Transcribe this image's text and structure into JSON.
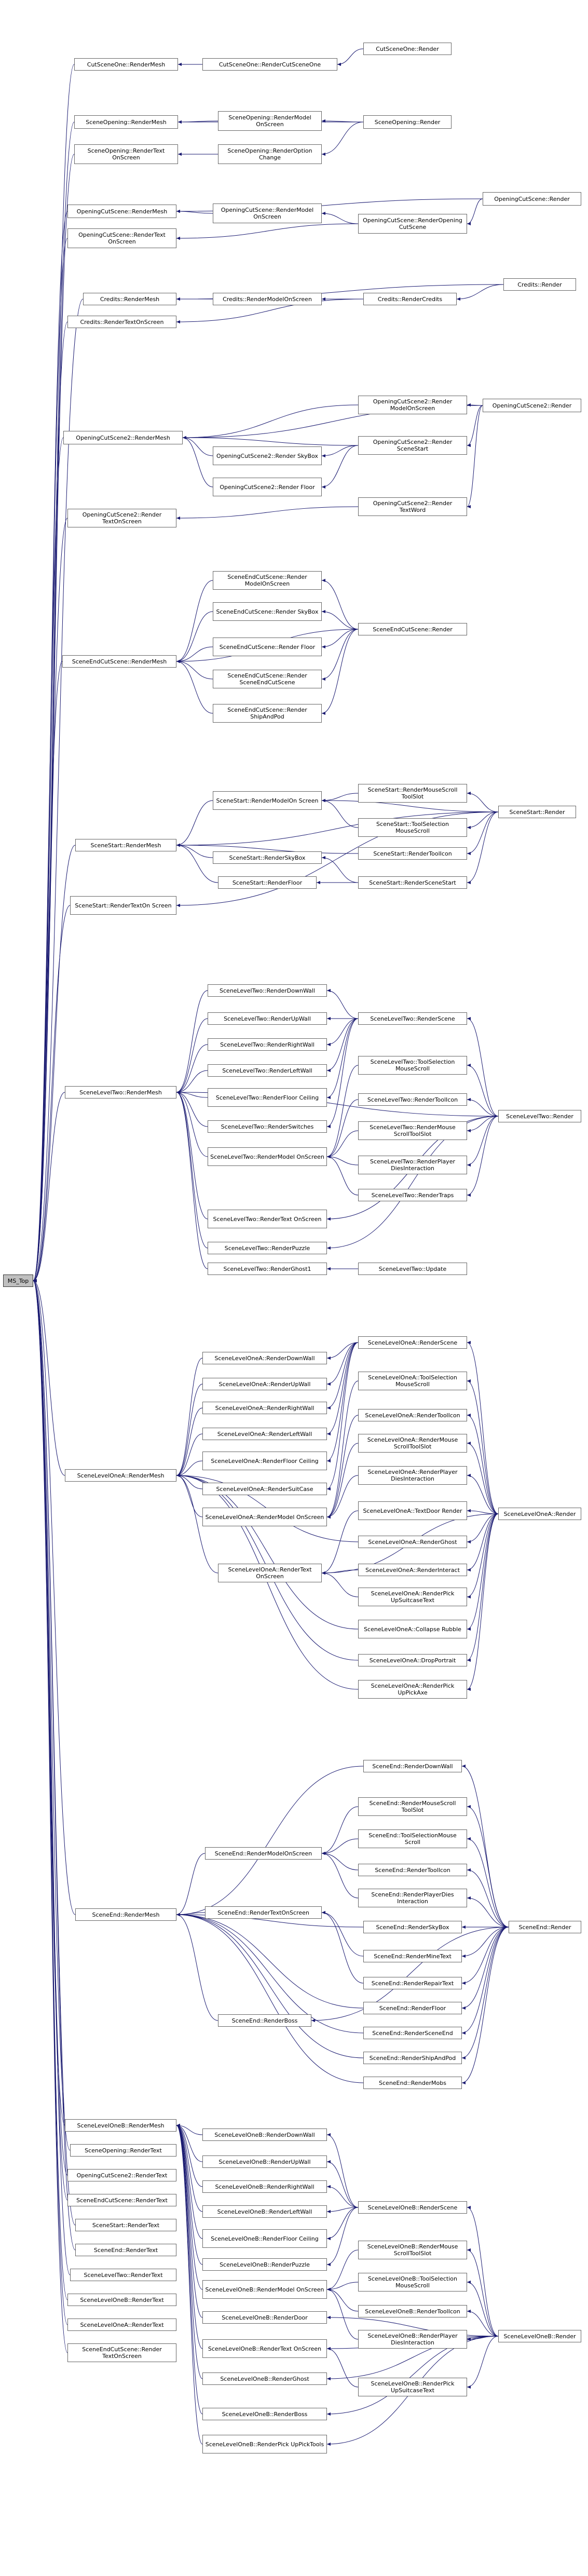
{
  "nodes": {
    "ms_top": "MS_Top",
    "cso_mesh": "CutSceneOne::RenderMesh",
    "cso_rcso": "CutSceneOne::RenderCutSceneOne",
    "cso_render": "CutSceneOne::Render",
    "sop_mesh": "SceneOpening::RenderMesh",
    "sop_model": "SceneOpening::RenderModel OnScreen",
    "sop_render": "SceneOpening::Render",
    "sop_text": "SceneOpening::RenderText OnScreen",
    "sop_opt": "SceneOpening::RenderOption Change",
    "ocs_mesh": "OpeningCutScene::RenderMesh",
    "ocs_model": "OpeningCutScene::RenderModel OnScreen",
    "ocs_rocs": "OpeningCutScene::RenderOpening CutScene",
    "ocs_render": "OpeningCutScene::Render",
    "ocs_text": "OpeningCutScene::RenderText OnScreen",
    "cr_mesh": "Credits::RenderMesh",
    "cr_model": "Credits::RenderModelOnScreen",
    "cr_rc": "Credits::RenderCredits",
    "cr_render": "Credits::Render",
    "cr_text": "Credits::RenderTextOnScreen",
    "oc2_model": "OpeningCutScene2::Render ModelOnScreen",
    "oc2_render": "OpeningCutScene2::Render",
    "oc2_mesh": "OpeningCutScene2::RenderMesh",
    "oc2_sky": "OpeningCutScene2::Render SkyBox",
    "oc2_ss": "OpeningCutScene2::Render SceneStart",
    "oc2_floor": "OpeningCutScene2::Render Floor",
    "oc2_text": "OpeningCutScene2::Render TextOnScreen",
    "oc2_tw": "OpeningCutScene2::Render TextWord",
    "sec_model": "SceneEndCutScene::Render ModelOnScreen",
    "sec_sky": "SceneEndCutScene::Render SkyBox",
    "sec_floor": "SceneEndCutScene::Render Floor",
    "sec_mesh": "SceneEndCutScene::RenderMesh",
    "sec_render": "SceneEndCutScene::Render",
    "sec_sec": "SceneEndCutScene::Render SceneEndCutScene",
    "sec_ship": "SceneEndCutScene::Render ShipAndPod",
    "ss_mouse": "SceneStart::RenderMouseScroll ToolSlot",
    "ss_model": "SceneStart::RenderModelOn Screen",
    "ss_tsel": "SceneStart::ToolSelection MouseScroll",
    "ss_render": "SceneStart::Render",
    "ss_mesh": "SceneStart::RenderMesh",
    "ss_icon": "SceneStart::RenderToolIcon",
    "ss_sky": "SceneStart::RenderSkyBox",
    "ss_floor": "SceneStart::RenderFloor",
    "ss_rss": "SceneStart::RenderSceneStart",
    "ss_text": "SceneStart::RenderTextOn Screen",
    "lt_down": "SceneLevelTwo::RenderDownWall",
    "lt_up": "SceneLevelTwo::RenderUpWall",
    "lt_scene": "SceneLevelTwo::RenderScene",
    "lt_right": "SceneLevelTwo::RenderRightWall",
    "lt_left": "SceneLevelTwo::RenderLeftWall",
    "lt_tsel": "SceneLevelTwo::ToolSelection MouseScroll",
    "lt_floor": "SceneLevelTwo::RenderFloor Ceiling",
    "lt_mesh": "SceneLevelTwo::RenderMesh",
    "lt_icon": "SceneLevelTwo::RenderToolIcon",
    "lt_switch": "SceneLevelTwo::RenderSwitches",
    "lt_render": "SceneLevelTwo::Render",
    "lt_mouse": "SceneLevelTwo::RenderMouse ScrollToolSlot",
    "lt_model": "SceneLevelTwo::RenderModel OnScreen",
    "lt_pdi": "SceneLevelTwo::RenderPlayer DiesInteraction",
    "lt_traps": "SceneLevelTwo::RenderTraps",
    "lt_text": "SceneLevelTwo::RenderText OnScreen",
    "lt_puzzle": "SceneLevelTwo::RenderPuzzle",
    "lt_upd": "SceneLevelTwo::Update",
    "lt_ghost": "SceneLevelTwo::RenderGhost1",
    "la_scene": "SceneLevelOneA::RenderScene",
    "la_down": "SceneLevelOneA::RenderDownWall",
    "la_up": "SceneLevelOneA::RenderUpWall",
    "la_tsel": "SceneLevelOneA::ToolSelection MouseScroll",
    "la_right": "SceneLevelOneA::RenderRightWall",
    "la_icon": "SceneLevelOneA::RenderToolIcon",
    "la_left": "SceneLevelOneA::RenderLeftWall",
    "la_mouse": "SceneLevelOneA::RenderMouse ScrollToolSlot",
    "la_floor": "SceneLevelOneA::RenderFloor Ceiling",
    "la_mesh": "SceneLevelOneA::RenderMesh",
    "la_pdi": "SceneLevelOneA::RenderPlayer DiesInteraction",
    "la_cases": "SceneLevelOneA::RenderSuitCase",
    "la_model": "SceneLevelOneA::RenderModel OnScreen",
    "la_tdoor": "SceneLevelOneA::TextDoor Render",
    "la_render": "SceneLevelOneA::Render",
    "la_ghost": "SceneLevelOneA::RenderGhost",
    "la_text": "SceneLevelOneA::RenderText OnScreen",
    "la_inter": "SceneLevelOneA::RenderInteract",
    "la_pick": "SceneLevelOneA::RenderPick UpSuitcaseText",
    "la_rubble": "SceneLevelOneA::Collapse Rubble",
    "la_portrait": "SceneLevelOneA::DropPortrait",
    "la_axe": "SceneLevelOneA::RenderPick UpPickAxe",
    "se_down": "SceneEnd::RenderDownWall",
    "se_mouse": "SceneEnd::RenderMouseScroll ToolSlot",
    "se_tsel": "SceneEnd::ToolSelectionMouse Scroll",
    "se_model": "SceneEnd::RenderModelOnScreen",
    "se_icon": "SceneEnd::RenderToolIcon",
    "se_pdi": "SceneEnd::RenderPlayerDies Interaction",
    "se_tos": "SceneEnd::RenderTextOnScreen",
    "se_sky": "SceneEnd::RenderSkyBox",
    "se_mesh": "SceneEnd::RenderMesh",
    "se_render": "SceneEnd::Render",
    "se_mine": "SceneEnd::RenderMineText",
    "se_repair": "SceneEnd::RenderRepairText",
    "se_floor": "SceneEnd::RenderFloor",
    "se_boss": "SceneEnd::RenderBoss",
    "se_sceneend": "SceneEnd::RenderSceneEnd",
    "se_ship": "SceneEnd::RenderShipAndPod",
    "se_mobs": "SceneEnd::RenderMobs",
    "lb_mesh": "SceneLevelOneB::RenderMesh",
    "lb_down": "SceneLevelOneB::RenderDownWall",
    "sop_rtext": "SceneOpening::RenderText",
    "lb_up": "SceneLevelOneB::RenderUpWall",
    "oc2_rtext": "OpeningCutScene2::RenderText",
    "lb_right": "SceneLevelOneB::RenderRightWall",
    "sec_rtext": "SceneEndCutScene::RenderText",
    "lb_left": "SceneLevelOneB::RenderLeftWall",
    "lb_scene": "SceneLevelOneB::RenderScene",
    "ss_rtext": "SceneStart::RenderText",
    "lb_floor": "SceneLevelOneB::RenderFloor Ceiling",
    "se_rtext": "SceneEnd::RenderText",
    "lb_puzzle": "SceneLevelOneB::RenderPuzzle",
    "lb_mouse": "SceneLevelOneB::RenderMouse ScrollToolSlot",
    "lt_rtext": "SceneLevelTwo::RenderText",
    "lb_model": "SceneLevelOneB::RenderModel OnScreen",
    "lb_tsel": "SceneLevelOneB::ToolSelection MouseScroll",
    "lb_rtext": "SceneLevelOneB::RenderText",
    "lb_icon": "SceneLevelOneB::RenderToolIcon",
    "lb_door": "SceneLevelOneB::RenderDoor",
    "la_rtext": "SceneLevelOneA::RenderText",
    "lb_pdi": "SceneLevelOneB::RenderPlayer DiesInteraction",
    "lb_render": "SceneLevelOneB::Render",
    "lb_text": "SceneLevelOneB::RenderText OnScreen",
    "sec_tos": "SceneEndCutScene::Render TextOnScreen",
    "lb_ghost": "SceneLevelOneB::RenderGhost",
    "lb_pick": "SceneLevelOneB::RenderPick UpSuitcaseText",
    "lb_boss": "SceneLevelOneB::RenderBoss",
    "lb_tools": "SceneLevelOneB::RenderPick UpPickTools"
  }
}
